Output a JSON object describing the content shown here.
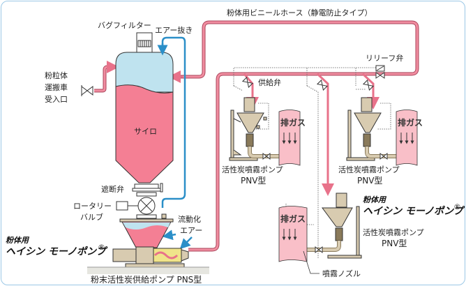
{
  "title": "粉末活性炭供給システム",
  "labels": {
    "bag_filter": "バグフィルター",
    "air_vent": "エアー抜き",
    "hose": "粉体用ビニールホース（静電防止タイプ）",
    "relief_valve": "リリーフ弁",
    "supply_valve": "供給弁",
    "receiving_port": [
      "粉粒体",
      "運搬車",
      "受入口"
    ],
    "silo": "サイロ",
    "shutoff_valve": "遮断弁",
    "rotary_valve": [
      "ロータリー",
      "バルブ"
    ],
    "fluidizing_air": [
      "流動化",
      "エアー"
    ],
    "feed_pump": "粉末活性炭供給ポンプ PNS型",
    "exhaust_gas": "排ガス",
    "spray_nozzle": "噴霧ノズル"
  },
  "spray_pumps": [
    {
      "name": "活性炭噴霧ポンプ",
      "model": "PNV型"
    },
    {
      "name": "活性炭噴霧ポンプ",
      "model": "PNV型"
    },
    {
      "name": "活性炭噴霧ポンプ",
      "model": "PNV型"
    }
  ],
  "brand": {
    "small": "粉体用",
    "large": "ヘイシン モーノポンプ",
    "mark": "®"
  },
  "colors": {
    "powder": "#f47f94",
    "hose": "#e8728a",
    "air_line": "#2b8fc8",
    "air_space": "#bfe3ef",
    "machine": "#d8cbb0",
    "exhaust": "#f9bfc8",
    "frame": "#9cc8e6"
  }
}
